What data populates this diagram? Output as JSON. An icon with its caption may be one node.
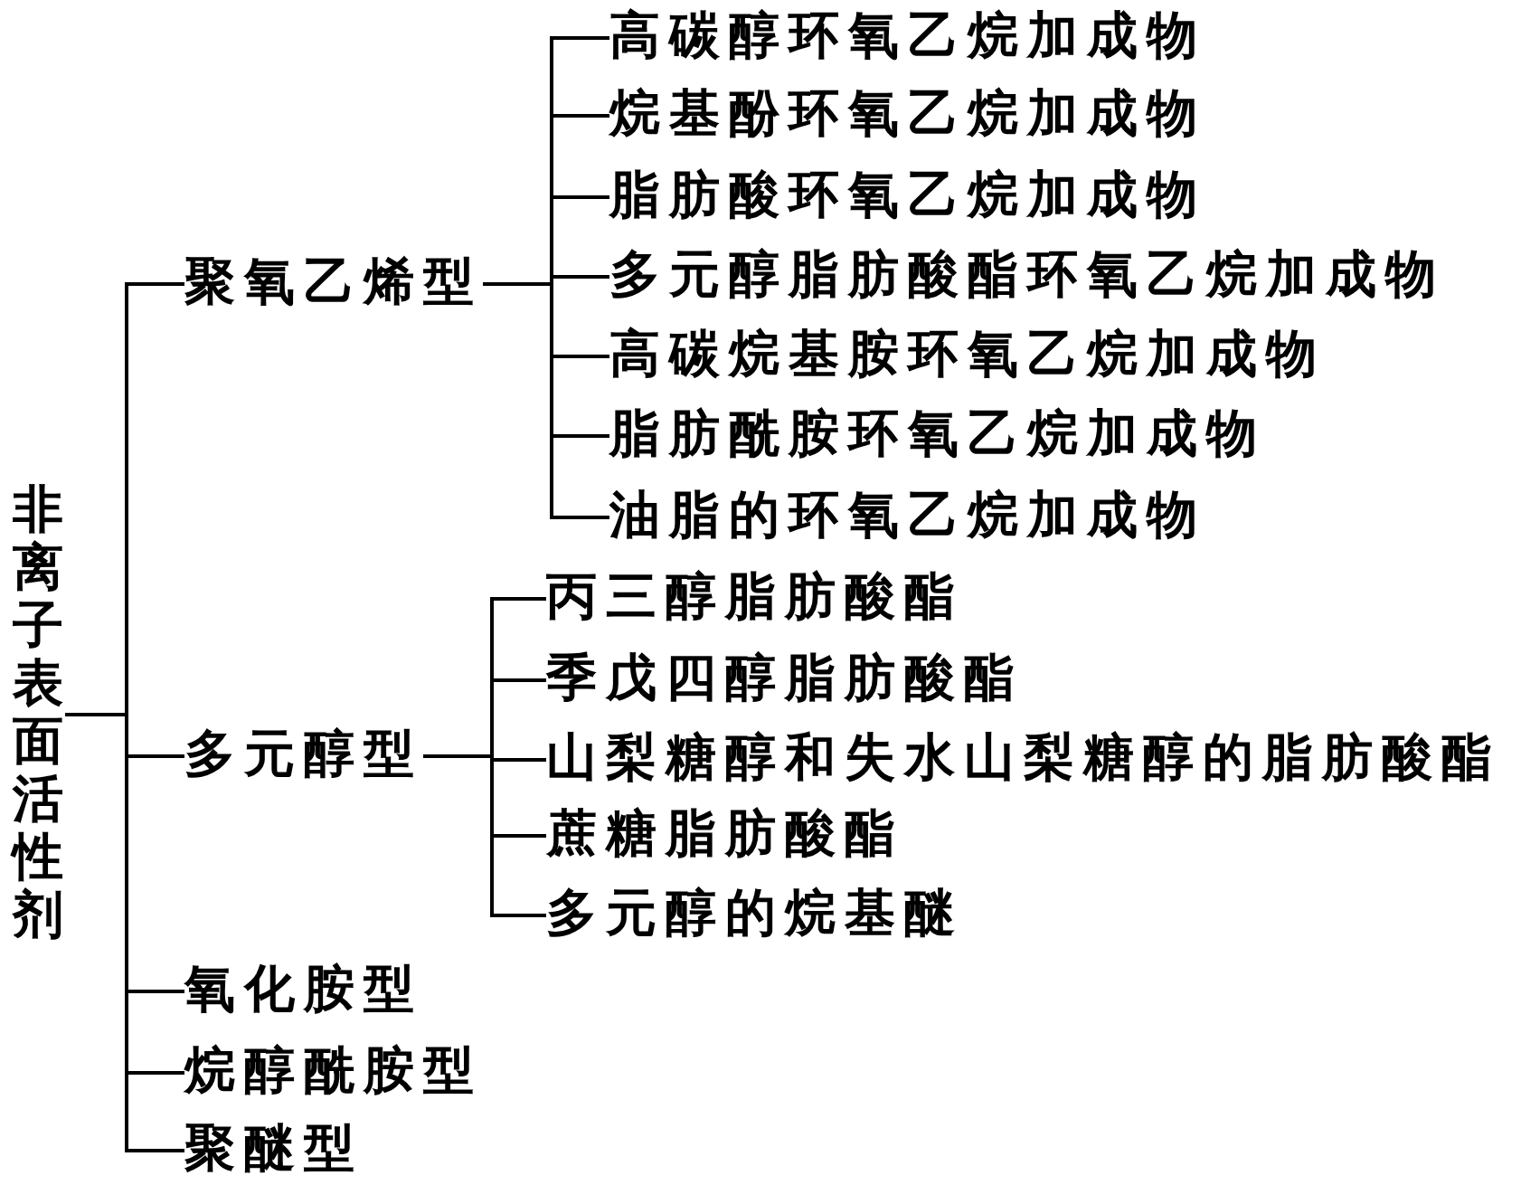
{
  "diagram": {
    "nodes": [
      {
        "text": [
          "非离子表面活性剂"
        ]
      },
      {
        "text": [
          "聚氧乙烯型"
        ]
      },
      {
        "text": [
          "高碳醇环氧乙烷加成物"
        ]
      },
      {
        "text": [
          "烷基酚环氧乙烷加成物"
        ]
      },
      {
        "text": [
          "脂肪酸环氧乙烷加成物"
        ]
      },
      {
        "text": [
          "多元醇脂肪酸酯环氧乙烷加成物"
        ]
      },
      {
        "text": [
          "高碳烷基胺环氧乙烷加成物"
        ]
      },
      {
        "text": [
          "脂肪酰胺环氧乙烷加成物"
        ]
      },
      {
        "text": [
          "油脂的环氧乙烷加成物"
        ]
      },
      {
        "text": [
          "多元醇型"
        ]
      },
      {
        "text": [
          "丙三醇脂肪酸酯"
        ]
      },
      {
        "text": [
          "季戊四醇脂肪酸酯"
        ]
      },
      {
        "text": [
          "山梨糖醇和失水山梨糖醇的脂肪酸酯"
        ]
      },
      {
        "text": [
          "蔗糖脂肪酸酯"
        ]
      },
      {
        "text": [
          "多元醇的烷基醚"
        ]
      },
      {
        "text": [
          "氧化胺型"
        ]
      },
      {
        "text": [
          "烷醇酰胺型"
        ]
      },
      {
        "text": [
          "聚醚型"
        ]
      }
    ],
    "edges": [
      {
        "from": 0,
        "to": 1,
        "arrow": "none"
      },
      {
        "from": 0,
        "to": 9,
        "arrow": "none"
      },
      {
        "from": 0,
        "to": 15,
        "arrow": "none"
      },
      {
        "from": 0,
        "to": 16,
        "arrow": "none"
      },
      {
        "from": 0,
        "to": 17,
        "arrow": "none"
      },
      {
        "from": 1,
        "to": 2,
        "arrow": "none"
      },
      {
        "from": 1,
        "to": 3,
        "arrow": "none"
      },
      {
        "from": 1,
        "to": 4,
        "arrow": "none"
      },
      {
        "from": 1,
        "to": 5,
        "arrow": "none"
      },
      {
        "from": 1,
        "to": 6,
        "arrow": "none"
      },
      {
        "from": 1,
        "to": 7,
        "arrow": "none"
      },
      {
        "from": 1,
        "to": 8,
        "arrow": "none"
      },
      {
        "from": 9,
        "to": 10,
        "arrow": "none"
      },
      {
        "from": 9,
        "to": 11,
        "arrow": "none"
      },
      {
        "from": 9,
        "to": 12,
        "arrow": "none"
      },
      {
        "from": 9,
        "to": 13,
        "arrow": "none"
      },
      {
        "from": 9,
        "to": 14,
        "arrow": "none"
      }
    ]
  }
}
